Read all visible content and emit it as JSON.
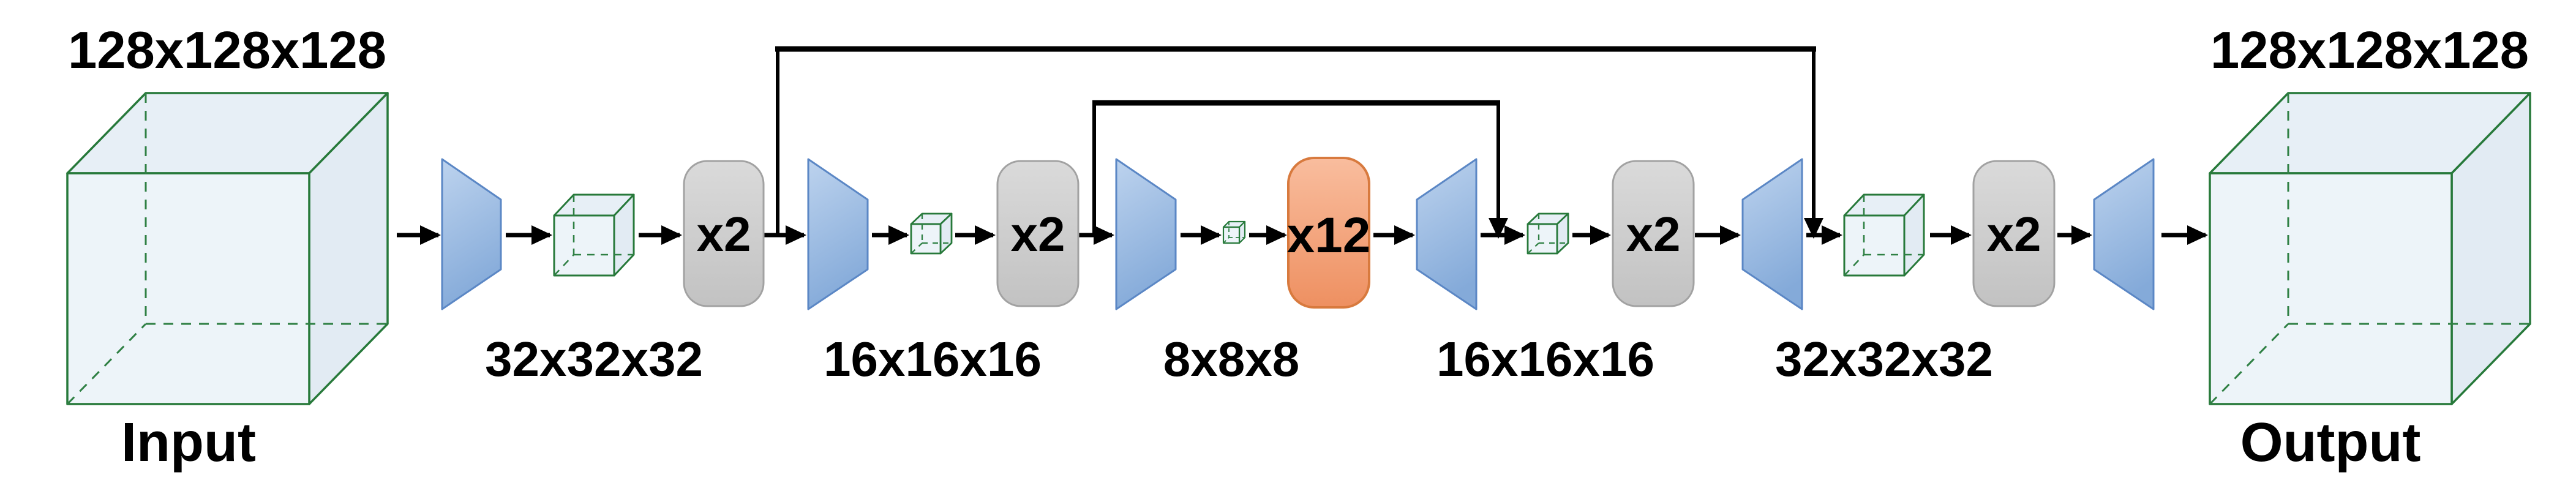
{
  "diagram_type": "3D U-Net encoder-decoder architecture",
  "input": {
    "dims": "128x128x128",
    "label": "Input"
  },
  "output": {
    "dims": "128x128x128",
    "label": "Output"
  },
  "ops": {
    "repeat2": "x2",
    "repeat12": "x12"
  },
  "levels": {
    "enc32": "32x32x32",
    "enc16": "16x16x16",
    "bottleneck8": "8x8x8",
    "dec16": "16x16x16",
    "dec32": "32x32x32"
  },
  "colors": {
    "background": "#ffffff",
    "cube_stroke_green": "#27793a",
    "cube_fill": "#edf4f9",
    "trapezoid_fill_light": "#bdd3ee",
    "trapezoid_fill_dark": "#84aad9",
    "trapezoid_stroke": "#5b87c5",
    "repeat_block_fill_light": "#dadada",
    "repeat_block_fill_dark": "#c2c2c2",
    "repeat_block_stroke": "#a2a2a2",
    "bottleneck_fill_light": "#f9bd9e",
    "bottleneck_fill_dark": "#ee9061",
    "bottleneck_stroke": "#d87a3e",
    "line_color": "#000000"
  }
}
